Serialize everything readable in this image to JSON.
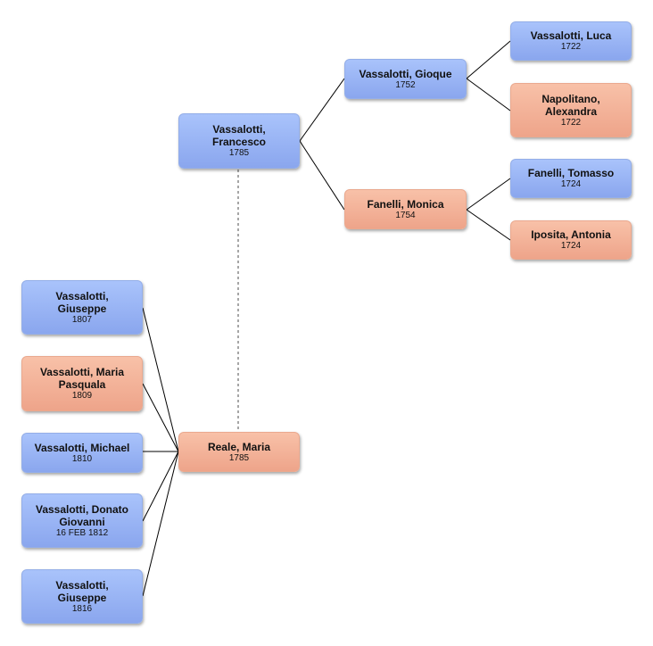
{
  "people": {
    "francesco": {
      "name": "Vassalotti, Francesco",
      "date": "1785"
    },
    "gioque": {
      "name": "Vassalotti, Gioque",
      "date": "1752"
    },
    "monica": {
      "name": "Fanelli, Monica",
      "date": "1754"
    },
    "luca": {
      "name": "Vassalotti, Luca",
      "date": "1722"
    },
    "alexandra": {
      "name": "Napolitano, Alexandra",
      "date": "1722"
    },
    "tomasso": {
      "name": "Fanelli, Tomasso",
      "date": "1724"
    },
    "antonia": {
      "name": "Iposita, Antonia",
      "date": "1724"
    },
    "maria": {
      "name": "Reale, Maria",
      "date": "1785"
    },
    "giuseppe1": {
      "name": "Vassalotti, Giuseppe",
      "date": "1807"
    },
    "maria_pasquala": {
      "name": "Vassalotti, Maria Pasquala",
      "date": "1809"
    },
    "michael": {
      "name": "Vassalotti, Michael",
      "date": "1810"
    },
    "donato": {
      "name": "Vassalotti, Donato Giovanni",
      "date": "16 FEB 1812"
    },
    "giuseppe2": {
      "name": "Vassalotti, Giuseppe",
      "date": "1816"
    }
  },
  "colors": {
    "male": "#98b3f4",
    "female": "#f2ad93",
    "line": "#000000",
    "spouse_link": "#888888"
  }
}
